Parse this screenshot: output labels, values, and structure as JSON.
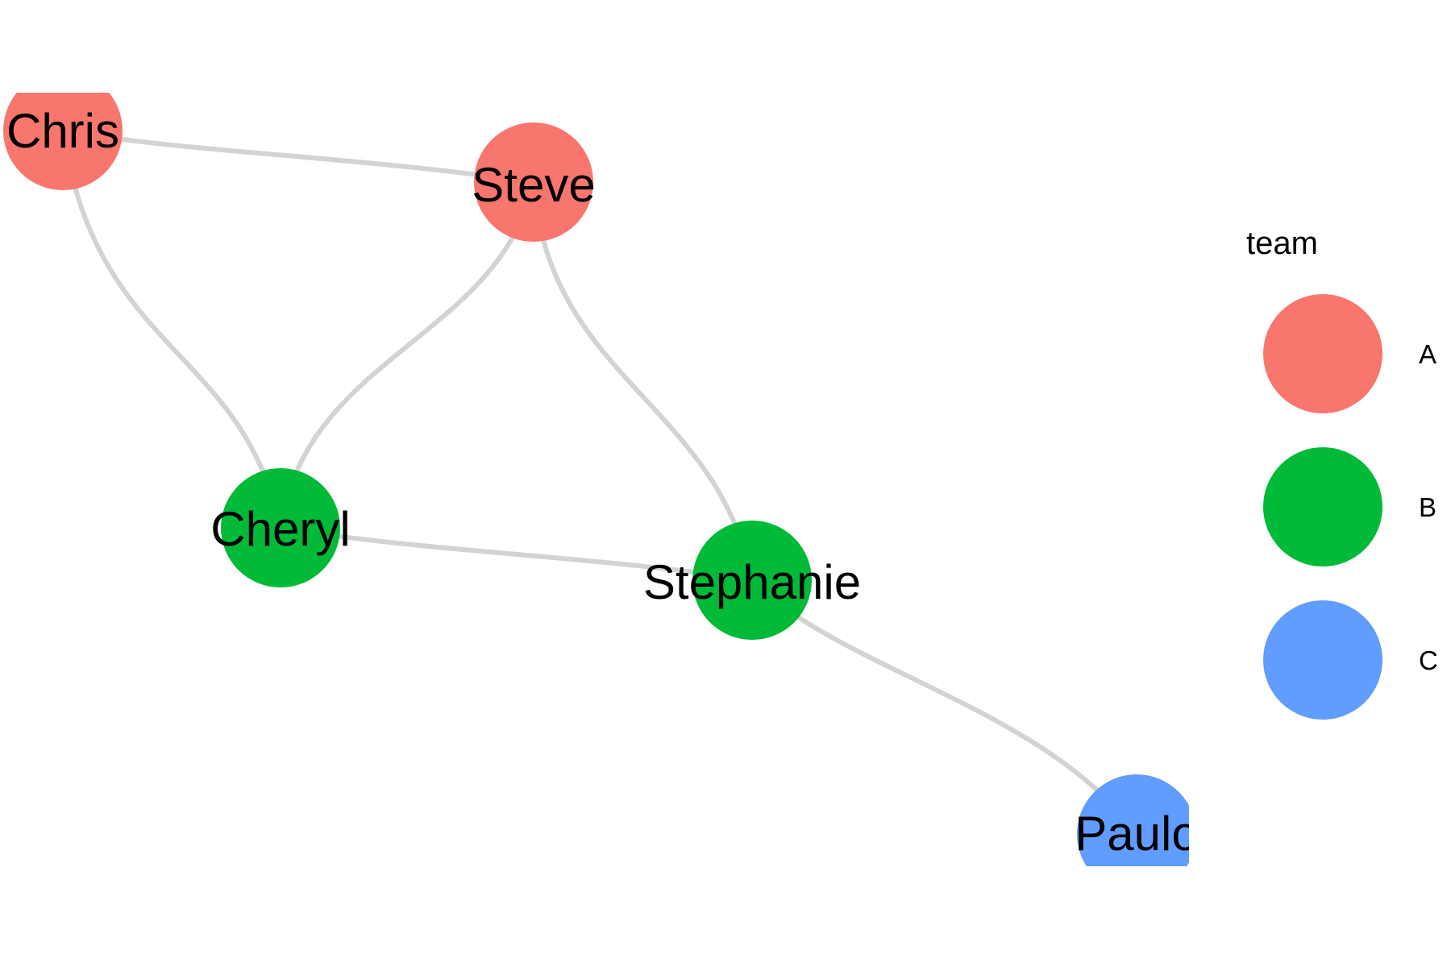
{
  "graph": {
    "nodes": [
      {
        "id": "chris",
        "label": "Chris",
        "team": "A"
      },
      {
        "id": "steve",
        "label": "Steve",
        "team": "A"
      },
      {
        "id": "cheryl",
        "label": "Cheryl",
        "team": "B"
      },
      {
        "id": "stephanie",
        "label": "Stephanie",
        "team": "B"
      },
      {
        "id": "paulo",
        "label": "Paulo",
        "team": "C"
      }
    ],
    "edges": [
      {
        "from": "chris",
        "to": "steve"
      },
      {
        "from": "chris",
        "to": "cheryl"
      },
      {
        "from": "steve",
        "to": "cheryl"
      },
      {
        "from": "steve",
        "to": "stephanie"
      },
      {
        "from": "cheryl",
        "to": "stephanie"
      },
      {
        "from": "stephanie",
        "to": "paulo"
      }
    ]
  },
  "legend": {
    "title": "team",
    "items": [
      {
        "label": "A",
        "color": "#F8766D"
      },
      {
        "label": "B",
        "color": "#00BA38"
      },
      {
        "label": "C",
        "color": "#619CFF"
      }
    ]
  },
  "colors": {
    "edge": "#d3d3d3",
    "team_A": "#F8766D",
    "team_B": "#00BA38",
    "team_C": "#619CFF"
  }
}
